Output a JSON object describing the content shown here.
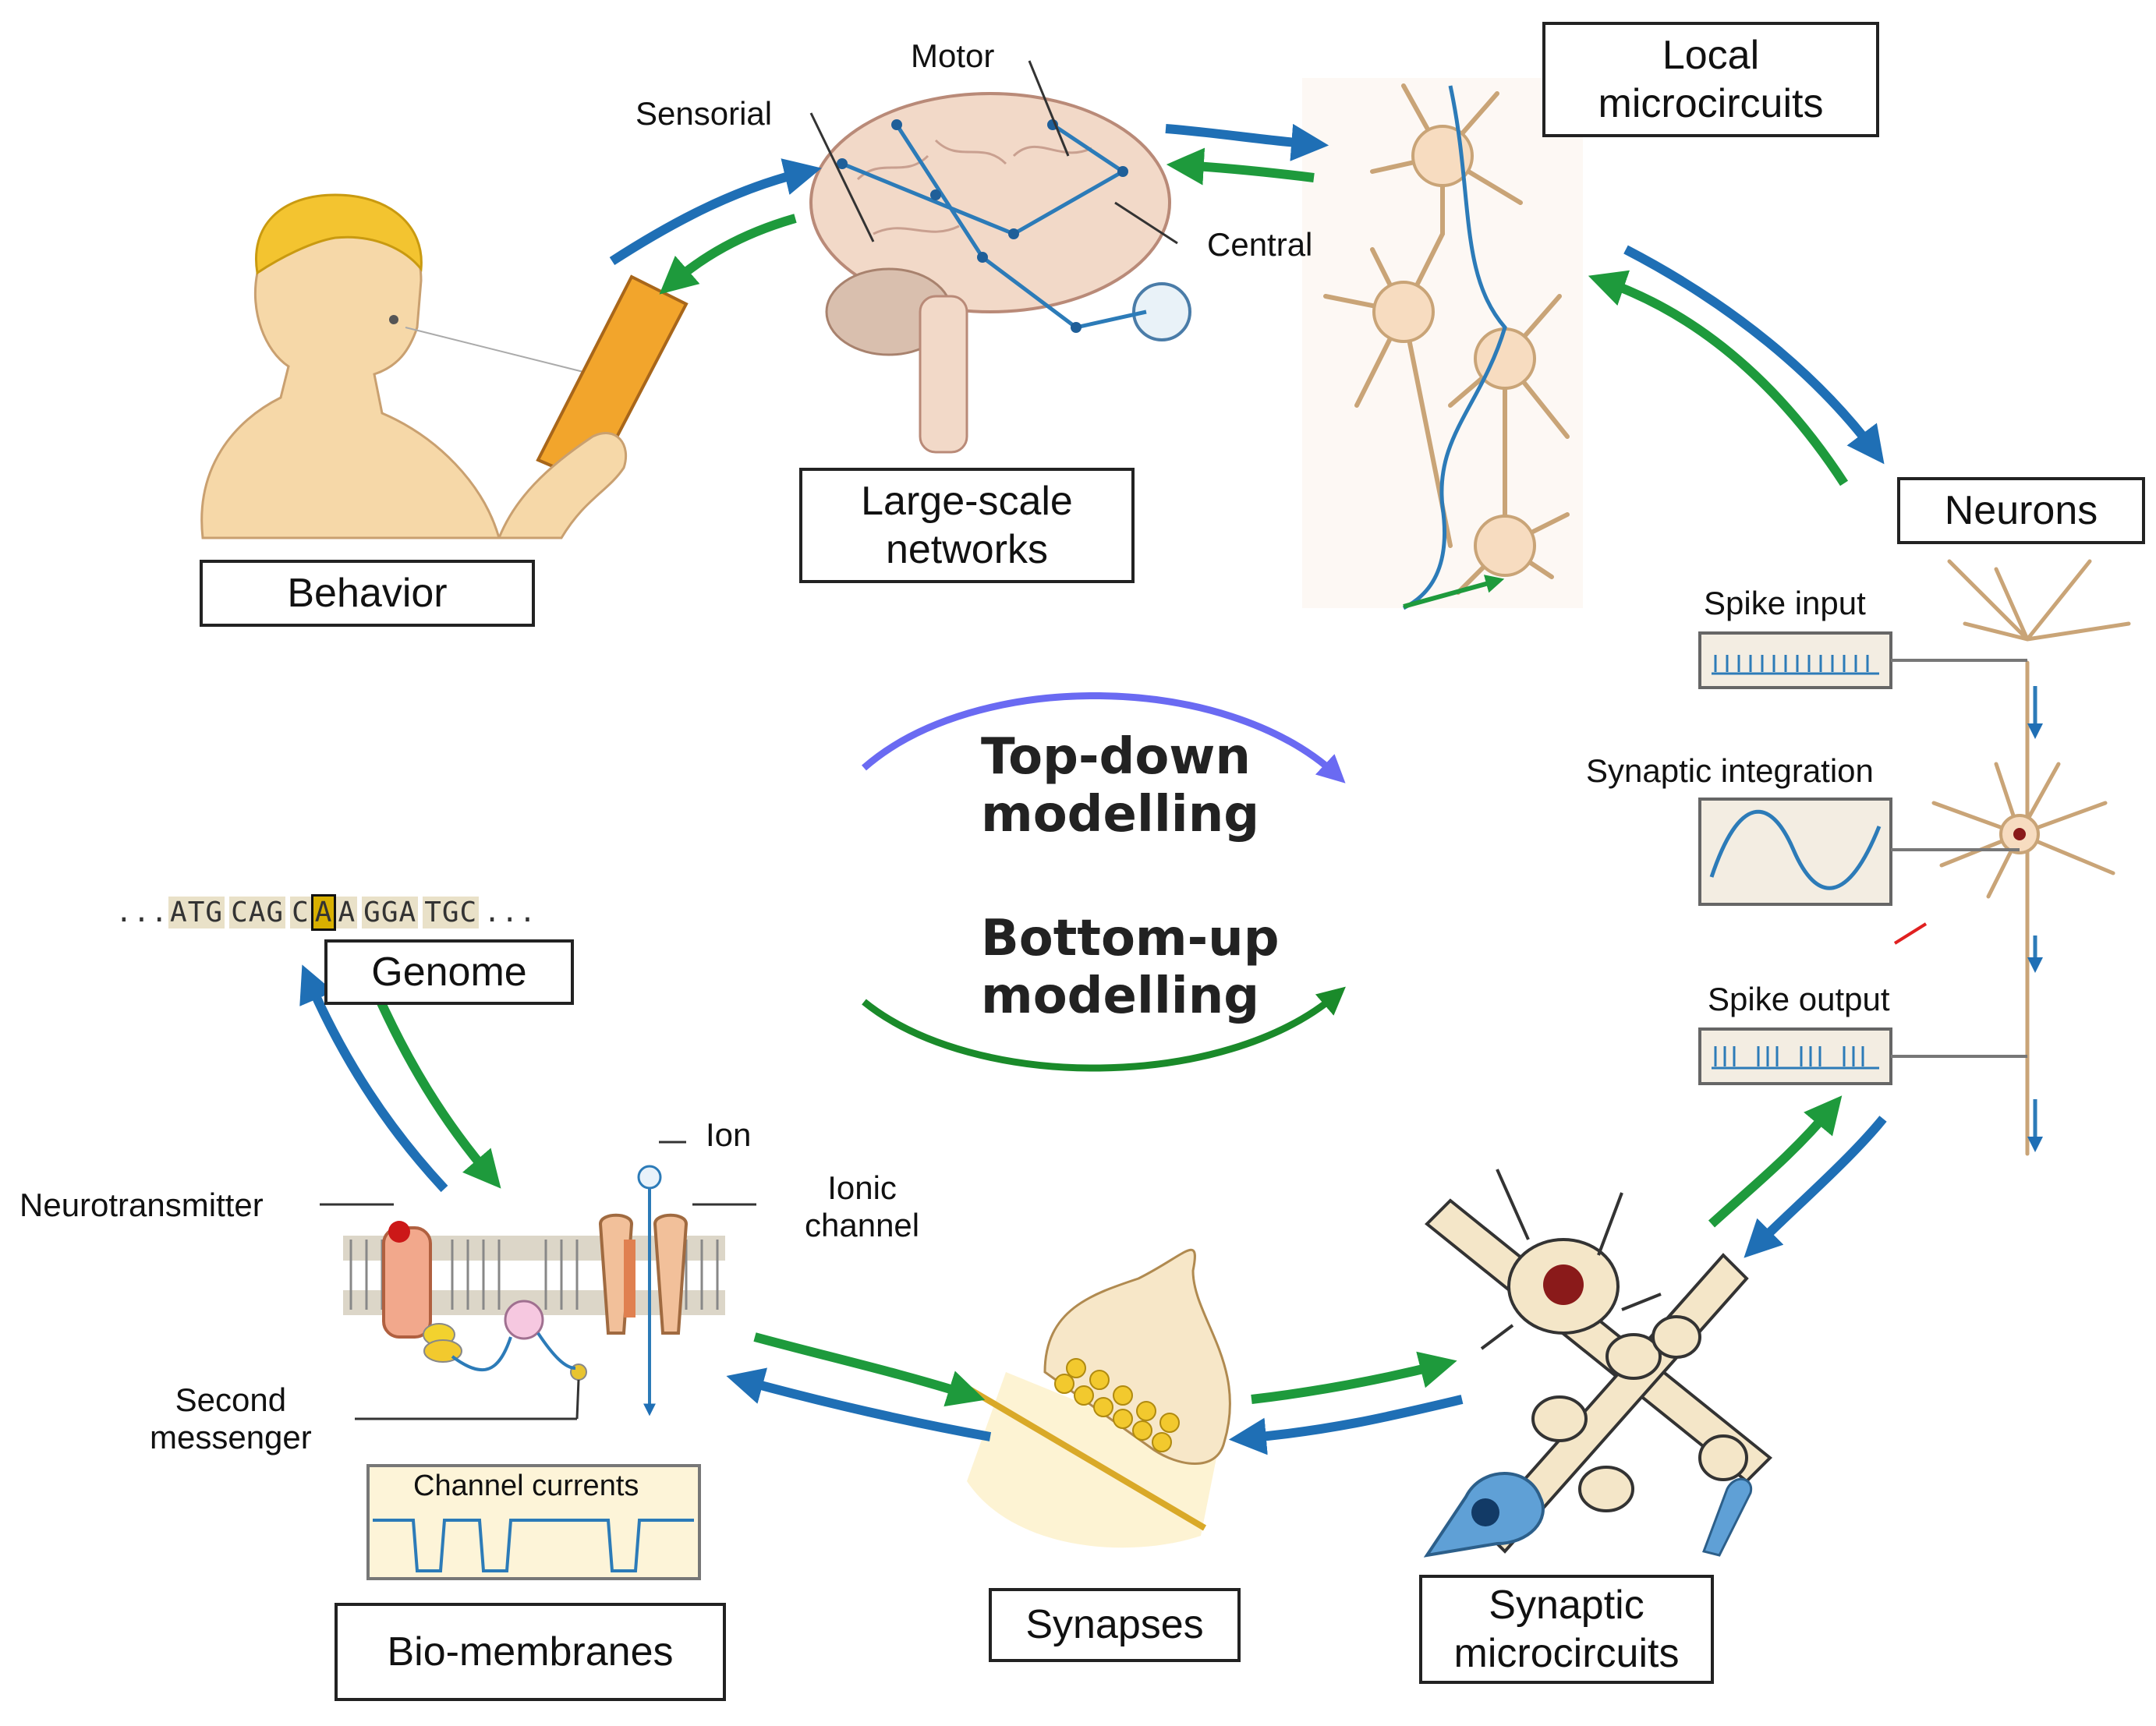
{
  "boxes": {
    "behavior": "Behavior",
    "large_scale": "Large-scale\nnetworks",
    "local_micro": "Local\nmicrocircuits",
    "neurons": "Neurons",
    "genome": "Genome",
    "bio_membranes": "Bio-membranes",
    "synapses": "Synapses",
    "synaptic_micro": "Synaptic\nmicrocircuits"
  },
  "labels": {
    "sensorial": "Sensorial",
    "motor": "Motor",
    "central": "Central",
    "spike_input": "Spike input",
    "synaptic_integration": "Synaptic integration",
    "spike_output": "Spike output",
    "neurotransmitter": "Neurotransmitter",
    "ion": "Ion",
    "ionic_channel": "Ionic\nchannel",
    "second_messenger": "Second\nmessenger",
    "channel_currents": "Channel currents"
  },
  "dna": {
    "prefix": "...",
    "codons": [
      "ATG",
      "CAG",
      "C",
      "A",
      "A",
      "GGA",
      "TGC"
    ],
    "suffix": "..."
  },
  "center": {
    "top_down": "Top-down\nmodelling",
    "bottom_up": "Bottom-up\nmodelling"
  },
  "colors": {
    "top_down_arrow": "#1f6fb5",
    "bottom_up_arrow": "#1e9a3c",
    "center_top_arc": "#6a6af2",
    "center_bottom_arc": "#1a8a2a"
  }
}
